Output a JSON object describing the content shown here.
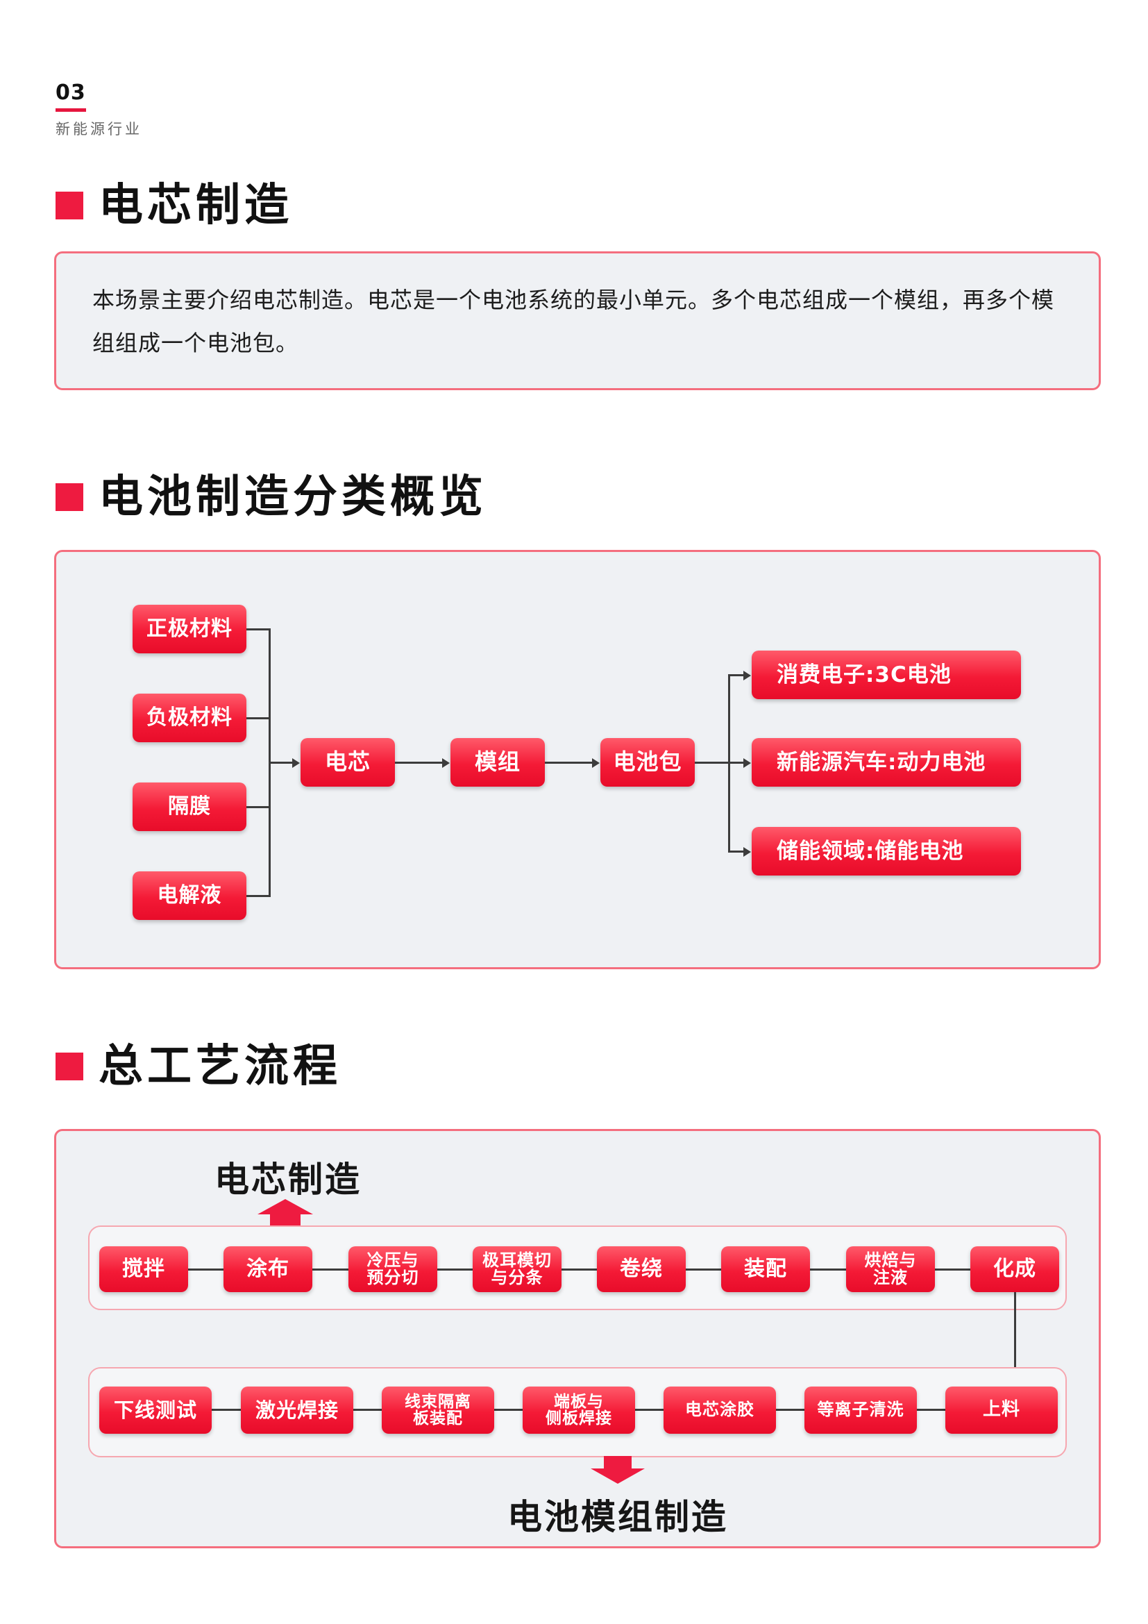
{
  "header": {
    "page_number": "03",
    "section": "新能源行业"
  },
  "cell_section": {
    "heading": "电芯制造",
    "intro_line1": "本场景主要介绍电芯制造。电芯是一个电池系统的最小单元。多个电芯组成一个模组，再多个模",
    "intro_line2": "组组成一个电池包。"
  },
  "overview_section": {
    "heading": "电池制造分类概览",
    "materials": [
      "正极材料",
      "负极材料",
      "隔膜",
      "电解液"
    ],
    "chain": [
      "电芯",
      "模组",
      "电池包"
    ],
    "applications": [
      "消费电子:3C电池",
      "新能源汽车:动力电池",
      "储能领域:储能电池"
    ]
  },
  "process_section": {
    "heading": "总工艺流程",
    "top_label": "电芯制造",
    "bottom_label": "电池模组制造",
    "row1": [
      "搅拌",
      "涂布",
      "冷压与\n预分切",
      "极耳模切\n与分条",
      "卷绕",
      "装配",
      "烘焙与\n注液",
      "化成"
    ],
    "row2": [
      "下线测试",
      "激光焊接",
      "线束隔离\n板装配",
      "端板与\n侧板焊接",
      "电芯涂胶",
      "等离子清洗",
      "上料"
    ]
  },
  "colors": {
    "accent": "#ee1b40",
    "panel_border": "#f46e7e",
    "panel_bg": "#eff1f4",
    "line": "#3c3c3c"
  },
  "icons": {
    "up_arrow": "up-arrow-icon",
    "down_arrow": "down-arrow-icon"
  }
}
